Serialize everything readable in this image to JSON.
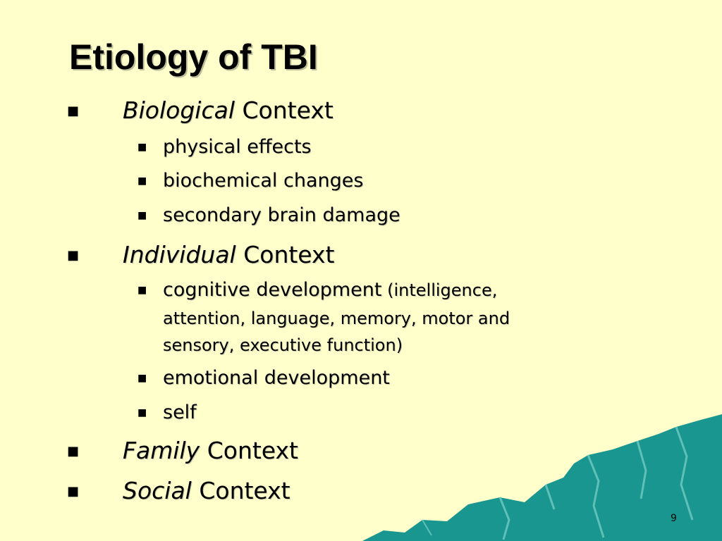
{
  "slide": {
    "title": "Etiology of TBI",
    "bullet_glyph": "■",
    "page_number": "9",
    "colors": {
      "background": "#ffffcc",
      "mountain": "#1a9690"
    }
  },
  "items": [
    {
      "emph": "Biological",
      "rest": " Context",
      "subitems": [
        "physical effects",
        "biochemical changes",
        "secondary brain damage"
      ]
    },
    {
      "emph": "Individual",
      "rest": " Context",
      "cognitive": {
        "main": "cognitive development",
        "detail1": " (intelligence,",
        "detail2": "attention, language, memory, motor and",
        "detail3": "sensory, executive function)"
      },
      "subitems": [
        "emotional development",
        "self"
      ]
    },
    {
      "emph": "Family",
      "rest": " Context"
    },
    {
      "emph": "Social",
      "rest": " Context"
    }
  ]
}
